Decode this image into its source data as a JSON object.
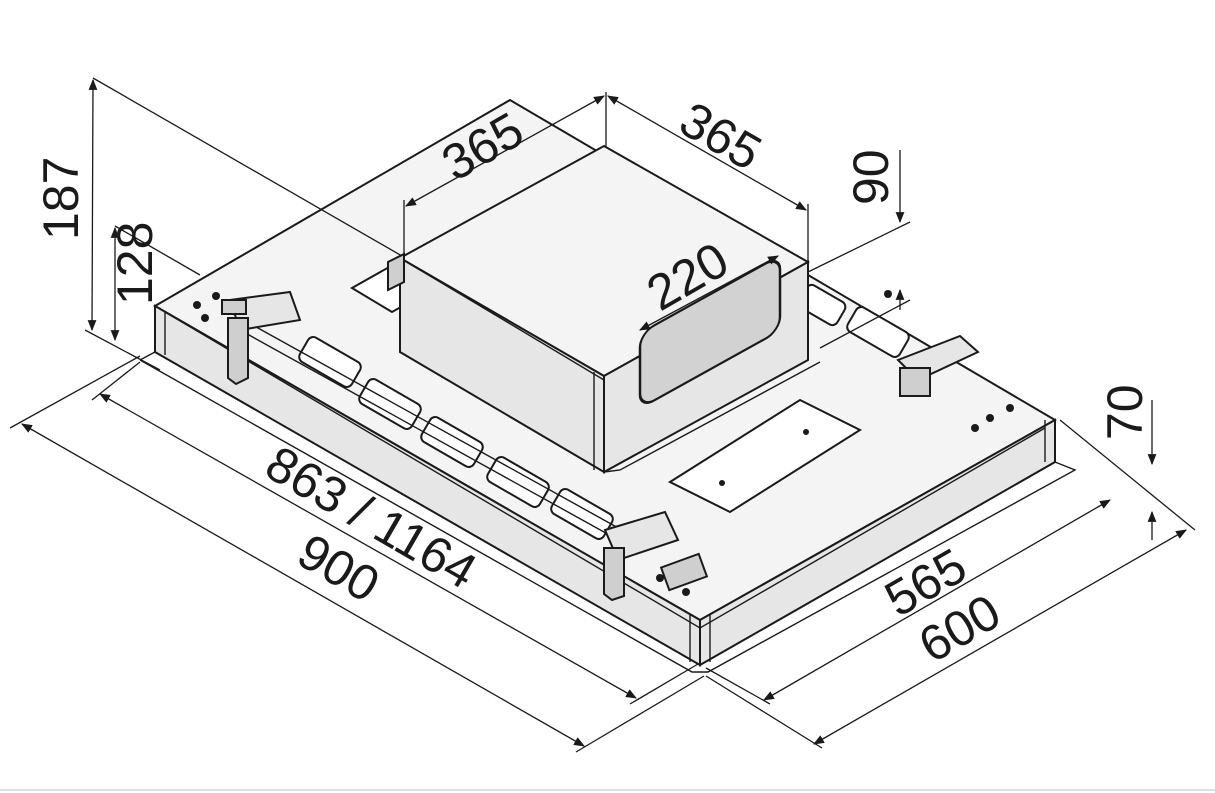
{
  "dimensions": {
    "total_height": "187",
    "body_height": "128",
    "motor_width": "365",
    "motor_depth": "365",
    "outlet_offset": "90",
    "outlet_width": "220",
    "panel_thickness": "70",
    "inner_length": "863 / 1164",
    "outer_length": "900",
    "inner_width": "565",
    "outer_width": "600"
  }
}
